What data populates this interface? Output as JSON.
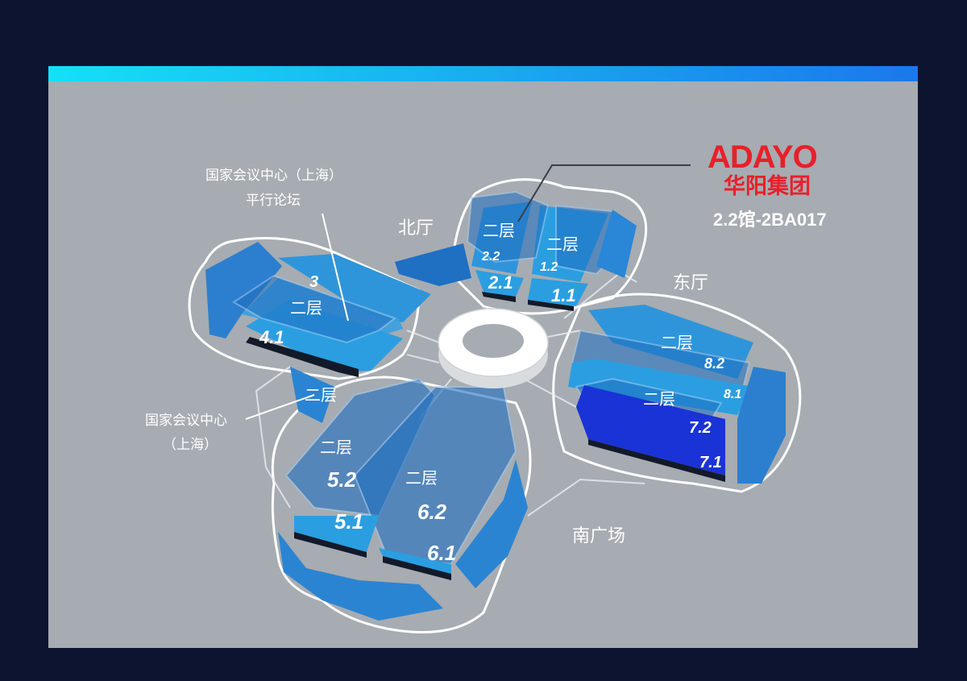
{
  "brand": {
    "logo_text": "ADAYO",
    "name_cn": "华阳集团",
    "booth": "2.2馆-2BA017",
    "color": "#e8202a"
  },
  "areas": {
    "north": "北厅",
    "east": "东厅",
    "south": "南广场"
  },
  "annotations": {
    "forum_line1": "国家会议中心（上海）",
    "forum_line2": "平行论坛",
    "center_line1": "国家会议中心",
    "center_line2": "（上海）"
  },
  "floor_label": "二层",
  "halls": {
    "h2_2": "2.2",
    "h1_2": "1.2",
    "h2_1": "2.1",
    "h1_1": "1.1",
    "h3": "3",
    "h4_1": "4.1",
    "h8_2": "8.2",
    "h8_1": "8.1",
    "h7_2": "7.2",
    "h7_1": "7.1",
    "h5_2": "5.2",
    "h5_1": "5.1",
    "h6_2": "6.2",
    "h6_1": "6.1"
  },
  "colors": {
    "panel": "#a6acb1",
    "background": "#0d1430",
    "hall_dark": "#1e6ec0",
    "hall_light": "#2c9ee0",
    "highlight": "#1a33d6"
  }
}
